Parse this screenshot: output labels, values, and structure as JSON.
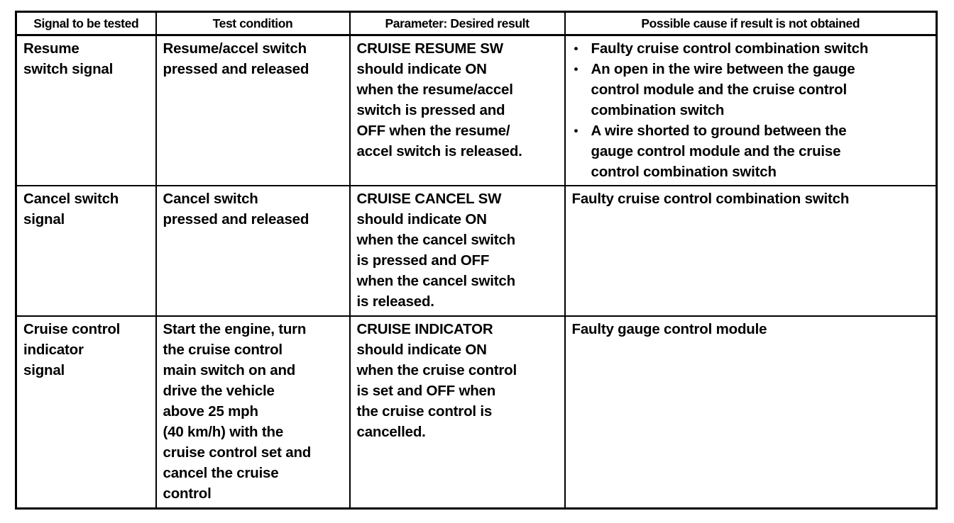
{
  "table": {
    "headers": {
      "signal": "Signal to be tested",
      "condition": "Test condition",
      "result": "Parameter: Desired result",
      "cause": "Possible cause if result is not obtained"
    },
    "bullet_char": "•",
    "rows": [
      {
        "signal": "Resume\nswitch signal",
        "condition": "Resume/accel switch\npressed and released",
        "result": "CRUISE RESUME SW\nshould indicate ON\nwhen the resume/accel\nswitch is pressed and\nOFF when the resume/\naccel switch is released.",
        "causes": [
          "Faulty cruise control combination switch",
          "An open in the wire between the gauge\ncontrol module and the cruise control\ncombination switch",
          "A wire shorted to ground between the\ngauge control module and the cruise\ncontrol combination switch"
        ]
      },
      {
        "signal": "Cancel switch\nsignal",
        "condition": "Cancel switch\npressed and released",
        "result": "CRUISE CANCEL SW\nshould indicate ON\nwhen the cancel switch\nis pressed and OFF\nwhen the cancel switch\nis released.",
        "causes": [
          "Faulty cruise control combination switch"
        ]
      },
      {
        "signal": "Cruise control\nindicator\nsignal",
        "condition": "Start the engine, turn\nthe cruise control\nmain switch on and\ndrive the vehicle\nabove 25 mph\n(40 km/h) with the\ncruise control set and\ncancel the cruise\ncontrol",
        "result": "CRUISE INDICATOR\nshould indicate ON\nwhen the cruise control\nis set and OFF when\nthe cruise control is\ncancelled.",
        "causes": [
          "Faulty gauge control module"
        ]
      }
    ],
    "colors": {
      "ink": "#000000",
      "paper": "#ffffff"
    }
  }
}
